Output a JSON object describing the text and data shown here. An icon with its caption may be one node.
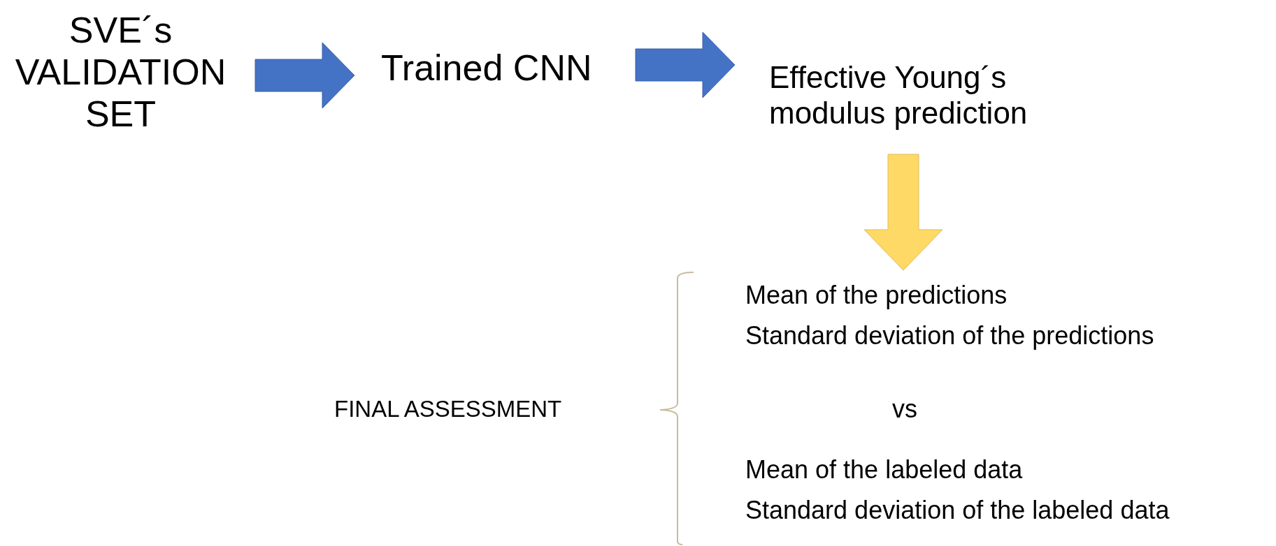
{
  "diagram": {
    "nodes": [
      {
        "text": [
          "SVE´s VALIDATION SET"
        ]
      },
      {
        "text": [
          "Trained CNN"
        ]
      },
      {
        "text": [
          "Effective Young´s modulus prediction"
        ]
      },
      {
        "text": [
          "Mean of the predictions",
          "Standard deviation of the predictions",
          "vs",
          "Mean of the labeled data",
          "Standard deviation of the labeled data"
        ]
      }
    ],
    "edges": [
      {
        "from": 0,
        "to": 1,
        "arrow": "to"
      },
      {
        "from": 1,
        "to": 2,
        "arrow": "to"
      },
      {
        "from": 2,
        "to": 3,
        "arrow": "to",
        "color": "#ffd966"
      }
    ],
    "labels": [
      "FINAL ASSESSMENT"
    ]
  }
}
